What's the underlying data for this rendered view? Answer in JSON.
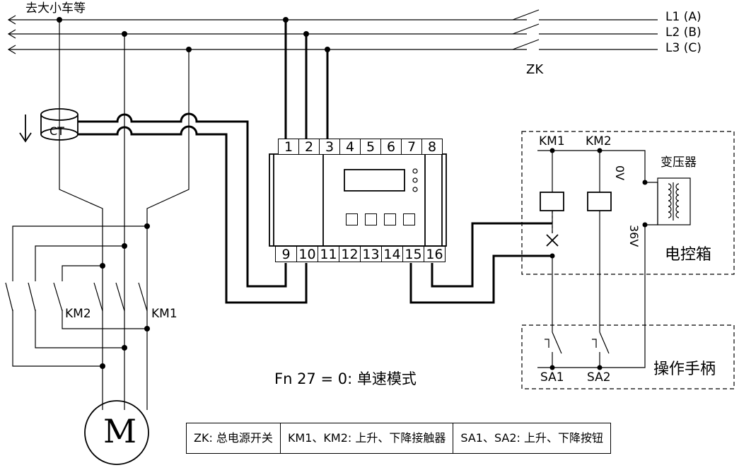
{
  "labels": {
    "to_crane": "去大小车等",
    "l1": "L1 (A)",
    "l2": "L2 (B)",
    "l3": "L3 (C)",
    "zk": "ZK",
    "ct": "CT",
    "motor": "M",
    "km2_contactor": "KM2",
    "km1_contactor": "KM1",
    "mode": "Fn 27 = 0: 单速模式"
  },
  "controller": {
    "top_terminals": [
      "1",
      "2",
      "3",
      "4",
      "5",
      "6",
      "7",
      "8"
    ],
    "bottom_terminals": [
      "9",
      "10",
      "11",
      "12",
      "13",
      "14",
      "15",
      "16"
    ]
  },
  "control_box": {
    "title": "电控箱",
    "coil_km1": "KM1",
    "coil_km2": "KM2",
    "transformer": "变压器",
    "v0": "0V",
    "v36": "36V"
  },
  "handle": {
    "title": "操作手柄",
    "sa1": "SA1",
    "sa2": "SA2"
  },
  "legend": [
    "ZK: 总电源开关",
    "KM1、KM2: 上升、下降接触器",
    "SA1、SA2: 上升、下降按钮"
  ]
}
